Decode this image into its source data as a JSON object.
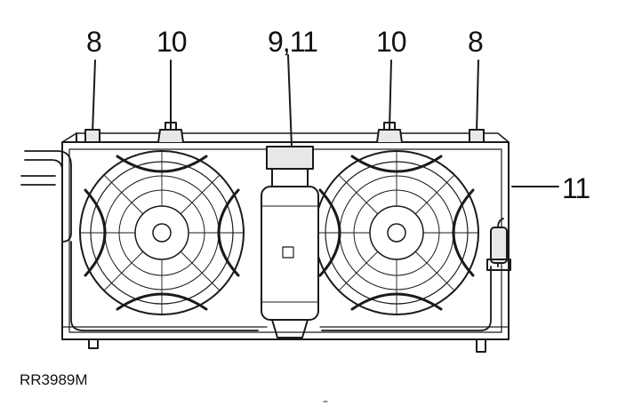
{
  "callouts": {
    "left_8": "8",
    "left_10": "10",
    "center_9_11": "9,11",
    "right_10": "10",
    "right_8": "8",
    "side_11": "11"
  },
  "reference": "RR3989M",
  "colors": {
    "line": "#1a1a1a",
    "fill": "#e8e8e8",
    "background": "#ffffff"
  }
}
